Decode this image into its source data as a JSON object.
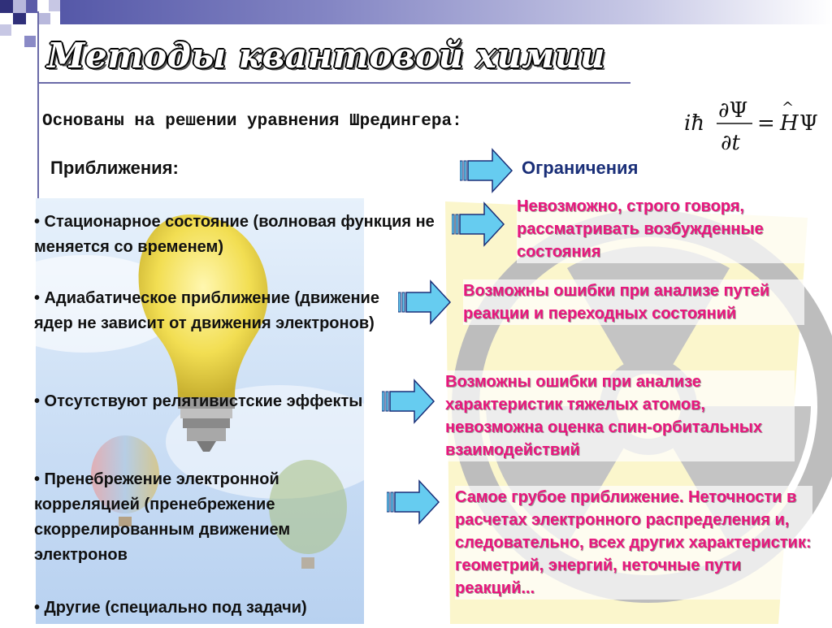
{
  "slide": {
    "title": "Методы квантовой химии",
    "subtitle": "Основаны на решении уравнения Шредингера:",
    "approximations_heading": "Приближения:",
    "limitations_heading": "Ограничения",
    "approximations": [
      {
        "text": "• Стационарное состояние (волновая функция не меняется со временем)"
      },
      {
        "text": "• Адиабатическое приближение (движение ядер не зависит от движения электронов)"
      },
      {
        "text": "• Отсутствуют релятивистские эффекты"
      },
      {
        "text": "• Пренебрежение электронной корреляцией (пренебрежение скоррелированным движением электронов"
      },
      {
        "text": "• Другие (специально под задачи)"
      }
    ],
    "limitations": [
      {
        "text": "Невозможно, строго говоря, рассматривать возбужденные состояния"
      },
      {
        "text": "Возможны ошибки при анализе путей реакции и переходных состояний"
      },
      {
        "text": "Возможны ошибки при анализе характеристик тяжелых атомов, невозможна оценка спин-орбитальных взаимодействий"
      },
      {
        "text": "Самое грубое приближение. Неточности в расчетах электронного распределения и, следовательно, всех других характеристик: геометрий, энергий, неточные пути реакций..."
      }
    ]
  },
  "colors": {
    "limitation_text": "#e8167d",
    "limitations_heading": "#1a2f78",
    "arrow_fill": "#66ccf0"
  },
  "icons": [
    "arrow-right-icon",
    "light-bulb-illustration",
    "hot-air-balloon-illustration",
    "radiation-symbol-illustration"
  ]
}
